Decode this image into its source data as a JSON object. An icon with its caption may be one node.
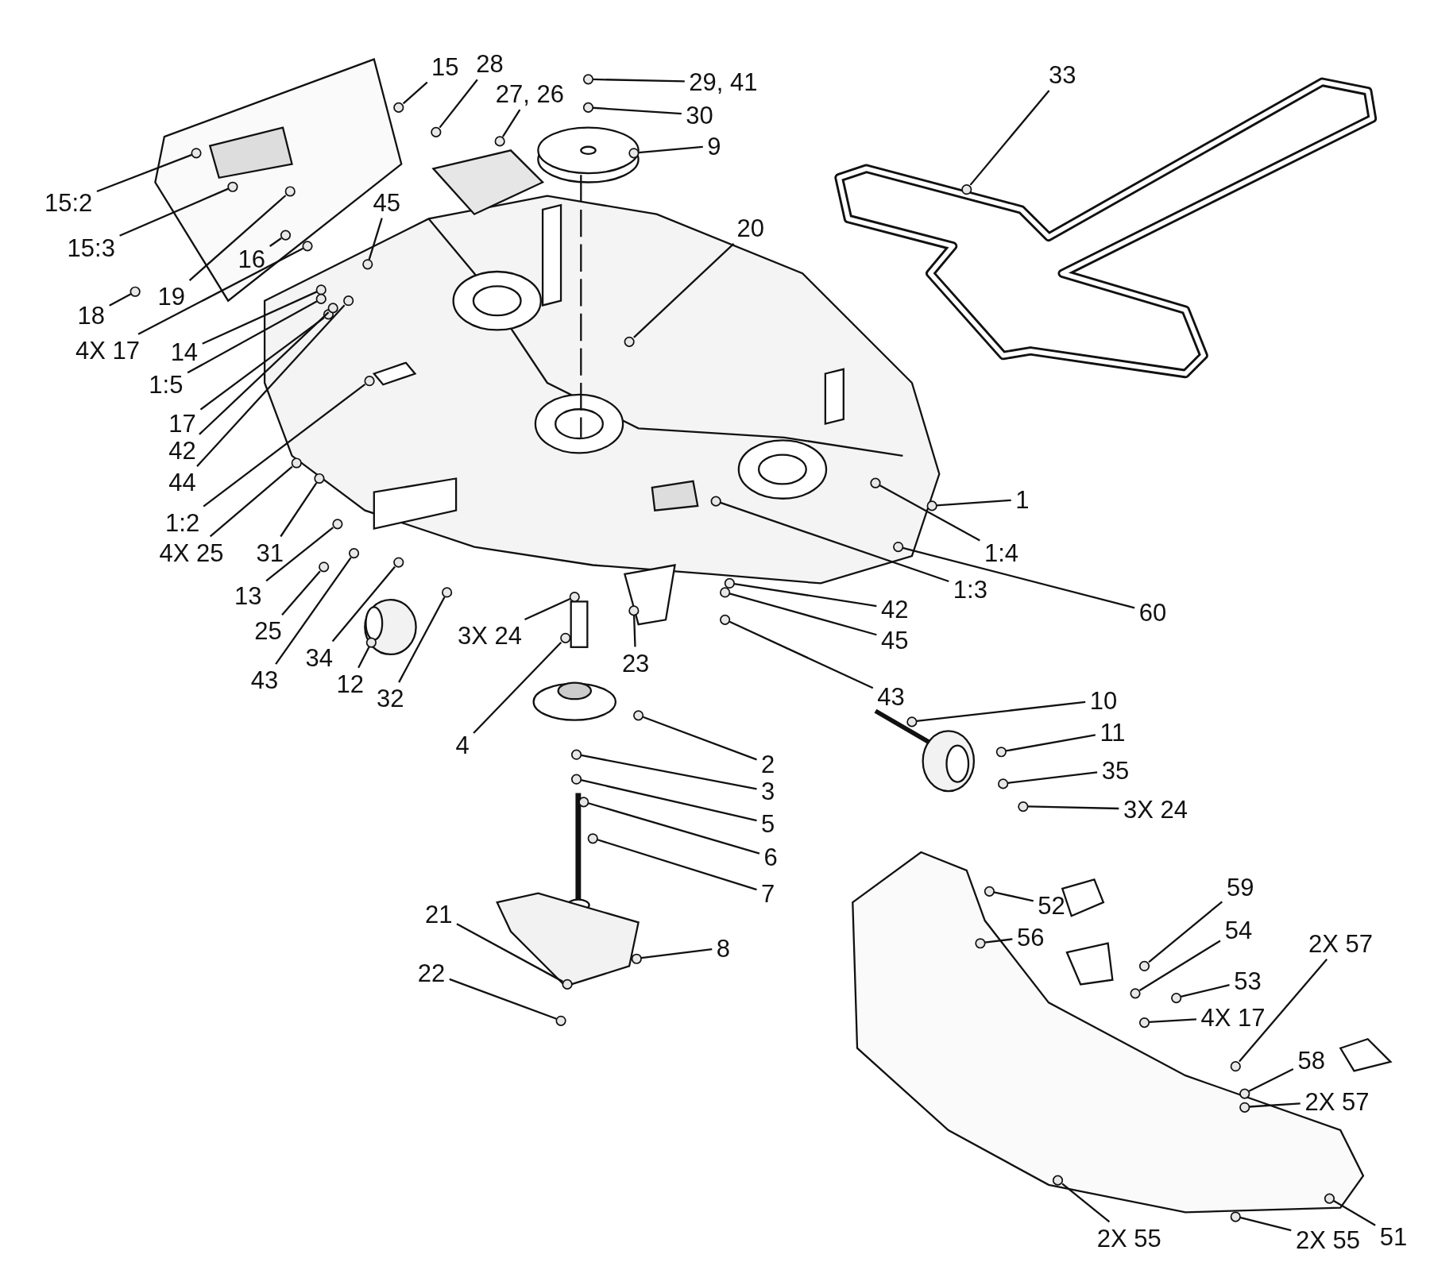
{
  "diagram": {
    "nodes": [
      {
        "text": [
          "15"
        ]
      },
      {
        "text": [
          "28"
        ]
      },
      {
        "text": [
          "29, 41"
        ]
      },
      {
        "text": [
          "27, 26"
        ]
      },
      {
        "text": [
          "30"
        ]
      },
      {
        "text": [
          "9"
        ]
      },
      {
        "text": [
          "33"
        ]
      },
      {
        "text": [
          "15:2"
        ]
      },
      {
        "text": [
          "20"
        ]
      },
      {
        "text": [
          "45"
        ]
      },
      {
        "text": [
          "15:3"
        ]
      },
      {
        "text": [
          "16"
        ]
      },
      {
        "text": [
          "19"
        ]
      },
      {
        "text": [
          "18"
        ]
      },
      {
        "text": [
          "4X 17"
        ]
      },
      {
        "text": [
          "14"
        ]
      },
      {
        "text": [
          "1:5"
        ]
      },
      {
        "text": [
          "17"
        ]
      },
      {
        "text": [
          "42"
        ]
      },
      {
        "text": [
          "44"
        ]
      },
      {
        "text": [
          "1:2"
        ]
      },
      {
        "text": [
          "4X 25"
        ]
      },
      {
        "text": [
          "31"
        ]
      },
      {
        "text": [
          "13"
        ]
      },
      {
        "text": [
          "25"
        ]
      },
      {
        "text": [
          "43"
        ]
      },
      {
        "text": [
          "34"
        ]
      },
      {
        "text": [
          "12"
        ]
      },
      {
        "text": [
          "32"
        ]
      },
      {
        "text": [
          "3X 24"
        ]
      },
      {
        "text": [
          "23"
        ]
      },
      {
        "text": [
          "4"
        ]
      },
      {
        "text": [
          "1"
        ]
      },
      {
        "text": [
          "1:4"
        ]
      },
      {
        "text": [
          "1:3"
        ]
      },
      {
        "text": [
          "60"
        ]
      },
      {
        "text": [
          "42"
        ]
      },
      {
        "text": [
          "45"
        ]
      },
      {
        "text": [
          "43"
        ]
      },
      {
        "text": [
          "10"
        ]
      },
      {
        "text": [
          "11"
        ]
      },
      {
        "text": [
          "35"
        ]
      },
      {
        "text": [
          "3X 24"
        ]
      },
      {
        "text": [
          "2"
        ]
      },
      {
        "text": [
          "3"
        ]
      },
      {
        "text": [
          "5"
        ]
      },
      {
        "text": [
          "6"
        ]
      },
      {
        "text": [
          "7"
        ]
      },
      {
        "text": [
          "21"
        ]
      },
      {
        "text": [
          "8"
        ]
      },
      {
        "text": [
          "22"
        ]
      },
      {
        "text": [
          "52"
        ]
      },
      {
        "text": [
          "59"
        ]
      },
      {
        "text": [
          "56"
        ]
      },
      {
        "text": [
          "54"
        ]
      },
      {
        "text": [
          "2X 57"
        ]
      },
      {
        "text": [
          "53"
        ]
      },
      {
        "text": [
          "4X 17"
        ]
      },
      {
        "text": [
          "58"
        ]
      },
      {
        "text": [
          "2X 57"
        ]
      },
      {
        "text": [
          "2X 55"
        ]
      },
      {
        "text": [
          "2X 55"
        ]
      },
      {
        "text": [
          "51"
        ]
      },
      {
        "text": [],
        "shape": "circle"
      },
      {
        "text": [],
        "shape": "circle"
      },
      {
        "text": [],
        "shape": "circle"
      },
      {
        "text": [],
        "shape": "circle"
      },
      {
        "text": [],
        "shape": "circle"
      },
      {
        "text": [],
        "shape": "circle"
      },
      {
        "text": [],
        "shape": "circle"
      },
      {
        "text": [],
        "shape": "circle"
      },
      {
        "text": [],
        "shape": "circle"
      },
      {
        "text": [],
        "shape": "circle"
      },
      {
        "text": [],
        "shape": "circle"
      },
      {
        "text": [],
        "shape": "circle"
      },
      {
        "text": [],
        "shape": "circle"
      },
      {
        "text": [],
        "shape": "circle"
      },
      {
        "text": [],
        "shape": "circle"
      },
      {
        "text": [],
        "shape": "circle"
      },
      {
        "text": [],
        "shape": "circle"
      },
      {
        "text": [],
        "shape": "circle"
      },
      {
        "text": [],
        "shape": "circle"
      },
      {
        "text": [],
        "shape": "circle"
      },
      {
        "text": [],
        "shape": "circle"
      },
      {
        "text": [],
        "shape": "circle"
      },
      {
        "text": [],
        "shape": "circle"
      },
      {
        "text": [],
        "shape": "circle"
      },
      {
        "text": [],
        "shape": "circle"
      },
      {
        "text": [],
        "shape": "circle"
      },
      {
        "text": [],
        "shape": "circle"
      },
      {
        "text": [],
        "shape": "circle"
      },
      {
        "text": [],
        "shape": "circle"
      },
      {
        "text": [],
        "shape": "circle"
      },
      {
        "text": [],
        "shape": "circle"
      },
      {
        "text": [],
        "shape": "circle"
      },
      {
        "text": [],
        "shape": "circle"
      },
      {
        "text": [],
        "shape": "circle"
      },
      {
        "text": [],
        "shape": "circle"
      },
      {
        "text": [],
        "shape": "circle"
      },
      {
        "text": [],
        "shape": "circle"
      },
      {
        "text": [],
        "shape": "circle"
      },
      {
        "text": [],
        "shape": "circle"
      },
      {
        "text": [],
        "shape": "circle"
      },
      {
        "text": [],
        "shape": "circle"
      },
      {
        "text": [],
        "shape": "circle"
      },
      {
        "text": [],
        "shape": "circle"
      },
      {
        "text": [],
        "shape": "circle"
      },
      {
        "text": [],
        "shape": "circle"
      },
      {
        "text": [],
        "shape": "circle"
      },
      {
        "text": [],
        "shape": "circle"
      },
      {
        "text": [],
        "shape": "circle"
      },
      {
        "text": [],
        "shape": "circle"
      },
      {
        "text": [],
        "shape": "circle"
      },
      {
        "text": [],
        "shape": "circle"
      },
      {
        "text": [],
        "shape": "circle"
      },
      {
        "text": [],
        "shape": "circle"
      },
      {
        "text": [],
        "shape": "circle"
      },
      {
        "text": [],
        "shape": "circle"
      },
      {
        "text": [],
        "shape": "circle"
      },
      {
        "text": [],
        "shape": "circle"
      },
      {
        "text": [],
        "shape": "circle"
      },
      {
        "text": [],
        "shape": "circle"
      },
      {
        "text": [],
        "shape": "circle"
      },
      {
        "text": [],
        "shape": "circle"
      },
      {
        "text": [],
        "shape": "circle"
      },
      {
        "text": [],
        "shape": "circle"
      }
    ],
    "edges": [
      {
        "from": 0,
        "to": 63,
        "arrow": "none"
      },
      {
        "from": 1,
        "to": 64,
        "arrow": "none"
      },
      {
        "from": 2,
        "to": 65,
        "arrow": "none"
      },
      {
        "from": 3,
        "to": 66,
        "arrow": "none"
      },
      {
        "from": 4,
        "to": 67,
        "arrow": "none"
      },
      {
        "from": 5,
        "to": 68,
        "arrow": "none"
      },
      {
        "from": 6,
        "to": 69,
        "arrow": "none"
      },
      {
        "from": 7,
        "to": 70,
        "arrow": "none"
      },
      {
        "from": 8,
        "to": 71,
        "arrow": "none"
      },
      {
        "from": 9,
        "to": 72,
        "arrow": "none"
      },
      {
        "from": 10,
        "to": 73,
        "arrow": "none"
      },
      {
        "from": 11,
        "to": 74,
        "arrow": "none"
      },
      {
        "from": 12,
        "to": 75,
        "arrow": "none"
      },
      {
        "from": 13,
        "to": 76,
        "arrow": "none"
      },
      {
        "from": 14,
        "to": 77,
        "arrow": "none"
      },
      {
        "from": 15,
        "to": 78,
        "arrow": "none"
      },
      {
        "from": 16,
        "to": 79,
        "arrow": "none"
      },
      {
        "from": 17,
        "to": 80,
        "arrow": "none"
      },
      {
        "from": 18,
        "to": 81,
        "arrow": "none"
      },
      {
        "from": 19,
        "to": 82,
        "arrow": "none"
      },
      {
        "from": 20,
        "to": 83,
        "arrow": "none"
      },
      {
        "from": 21,
        "to": 84,
        "arrow": "none"
      },
      {
        "from": 22,
        "to": 85,
        "arrow": "none"
      },
      {
        "from": 23,
        "to": 86,
        "arrow": "none"
      },
      {
        "from": 24,
        "to": 87,
        "arrow": "none"
      },
      {
        "from": 25,
        "to": 88,
        "arrow": "none"
      },
      {
        "from": 26,
        "to": 89,
        "arrow": "none"
      },
      {
        "from": 27,
        "to": 90,
        "arrow": "none"
      },
      {
        "from": 28,
        "to": 91,
        "arrow": "none"
      },
      {
        "from": 29,
        "to": 92,
        "arrow": "none"
      },
      {
        "from": 30,
        "to": 93,
        "arrow": "none"
      },
      {
        "from": 31,
        "to": 94,
        "arrow": "none"
      },
      {
        "from": 32,
        "to": 95,
        "arrow": "none"
      },
      {
        "from": 33,
        "to": 96,
        "arrow": "none"
      },
      {
        "from": 34,
        "to": 97,
        "arrow": "none"
      },
      {
        "from": 35,
        "to": 98,
        "arrow": "none"
      },
      {
        "from": 36,
        "to": 99,
        "arrow": "none"
      },
      {
        "from": 37,
        "to": 100,
        "arrow": "none"
      },
      {
        "from": 38,
        "to": 101,
        "arrow": "none"
      },
      {
        "from": 39,
        "to": 102,
        "arrow": "none"
      },
      {
        "from": 40,
        "to": 103,
        "arrow": "none"
      },
      {
        "from": 41,
        "to": 104,
        "arrow": "none"
      },
      {
        "from": 42,
        "to": 105,
        "arrow": "none"
      },
      {
        "from": 43,
        "to": 106,
        "arrow": "none"
      },
      {
        "from": 44,
        "to": 107,
        "arrow": "none"
      },
      {
        "from": 45,
        "to": 108,
        "arrow": "none"
      },
      {
        "from": 46,
        "to": 109,
        "arrow": "none"
      },
      {
        "from": 47,
        "to": 110,
        "arrow": "none"
      },
      {
        "from": 48,
        "to": 111,
        "arrow": "none"
      },
      {
        "from": 49,
        "to": 112,
        "arrow": "none"
      },
      {
        "from": 50,
        "to": 113,
        "arrow": "none"
      },
      {
        "from": 51,
        "to": 114,
        "arrow": "none"
      },
      {
        "from": 52,
        "to": 115,
        "arrow": "none"
      },
      {
        "from": 53,
        "to": 116,
        "arrow": "none"
      },
      {
        "from": 54,
        "to": 117,
        "arrow": "none"
      },
      {
        "from": 55,
        "to": 118,
        "arrow": "none"
      },
      {
        "from": 56,
        "to": 119,
        "arrow": "none"
      },
      {
        "from": 57,
        "to": 120,
        "arrow": "none"
      },
      {
        "from": 58,
        "to": 121,
        "arrow": "none"
      },
      {
        "from": 59,
        "to": 122,
        "arrow": "none"
      },
      {
        "from": 60,
        "to": 123,
        "arrow": "none"
      },
      {
        "from": 61,
        "to": 124,
        "arrow": "none"
      },
      {
        "from": 62,
        "to": 125,
        "arrow": "none"
      }
    ]
  }
}
